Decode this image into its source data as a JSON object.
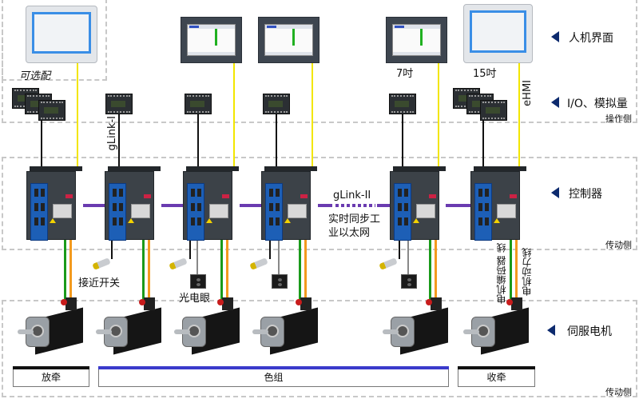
{
  "diagram": {
    "title": "",
    "layers": [
      {
        "id": "hmi",
        "label": "人机界面"
      },
      {
        "id": "io",
        "label": "I/O、模拟量"
      },
      {
        "id": "controller",
        "label": "控制器"
      },
      {
        "id": "servo",
        "label": "伺服电机"
      }
    ],
    "zones": {
      "operation_side": "操作侧",
      "drive_side_1": "传动侧",
      "drive_side_2": "传动侧"
    },
    "hmi_labels": {
      "optional": "可选配",
      "size_7": "7吋",
      "size_15": "15吋"
    },
    "network_labels": {
      "glink_i": "gLink-I",
      "glink_ii": "gLink-II",
      "realtime_ethernet": "实时同步工业以太网",
      "realtime_ethernet_line1": "实时同步工",
      "realtime_ethernet_line2": "业以太网",
      "ehmi": "eHMI"
    },
    "sensor_labels": {
      "proximity_switch": "接近开关",
      "photo_eye": "光电眼"
    },
    "cable_labels": {
      "encoder_cable": "电机编码器 线",
      "power_cable": "电机动力线"
    },
    "groups": [
      {
        "label": "放牵",
        "color": "#111111"
      },
      {
        "label": "色组",
        "color": "#3a3acb"
      },
      {
        "label": "收牵",
        "color": "#111111"
      }
    ],
    "colors": {
      "hmi_link": "#f2e600",
      "realtime_bus": "#6a3bb0",
      "encoder_cable": "#1a9a1a",
      "power_cable": "#f39a1e",
      "pointer_arrow": "#0d2a6e"
    }
  }
}
